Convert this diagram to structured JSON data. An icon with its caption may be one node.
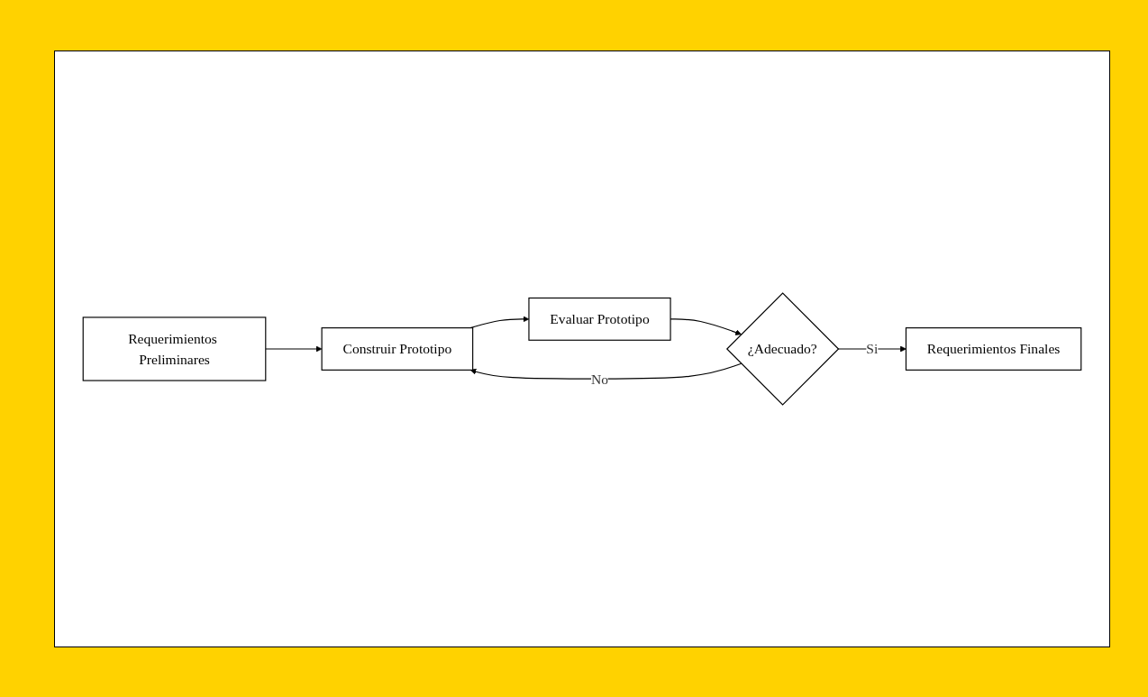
{
  "diagram": {
    "nodes": [
      {
        "text": [
          "Requerimientos Preliminares"
        ]
      },
      {
        "text": [
          "Construir Prototipo"
        ]
      },
      {
        "text": [
          "Evaluar Prototipo"
        ]
      },
      {
        "text": [
          "¿Adecuado?"
        ]
      },
      {
        "text": [
          "Requerimientos Finales"
        ]
      }
    ],
    "edges": [
      {
        "from": 0,
        "to": 1,
        "arrow": "to"
      },
      {
        "from": 1,
        "to": 2,
        "arrow": "to"
      },
      {
        "from": 2,
        "to": 3,
        "arrow": "to"
      },
      {
        "from": 3,
        "to": 1,
        "arrow": "to",
        "label": "No"
      },
      {
        "from": 3,
        "to": 4,
        "arrow": "to",
        "label": "Si"
      }
    ]
  }
}
